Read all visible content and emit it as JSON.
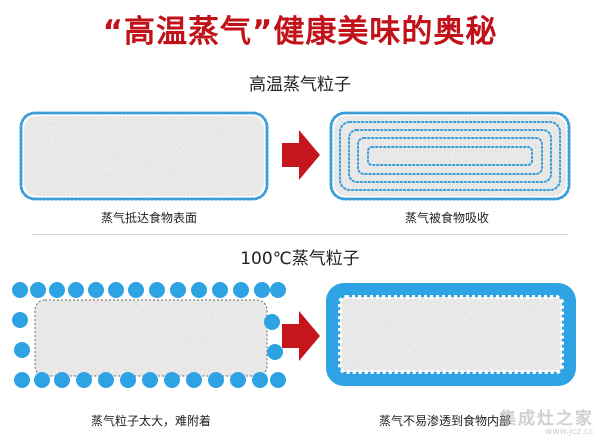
{
  "title": "“高温蒸气”健康美味的奥秘",
  "section1": {
    "heading": "高温蒸气粒子",
    "left_caption": "蒸气抵达食物表面",
    "right_caption": "蒸气被食物吸收"
  },
  "section2": {
    "heading": "100℃蒸气粒子",
    "left_caption": "蒸气粒子太大，难附着",
    "right_caption": "蒸气不易渗透到食物内部"
  },
  "colors": {
    "title": "#c01218",
    "arrow": "#c4161c",
    "steam_small": "#3a9fd6",
    "steam_large": "#2ea3e3",
    "food": "#ececec"
  },
  "watermark": {
    "brand": "集成灶之家",
    "url": "www.jcz.cc"
  }
}
